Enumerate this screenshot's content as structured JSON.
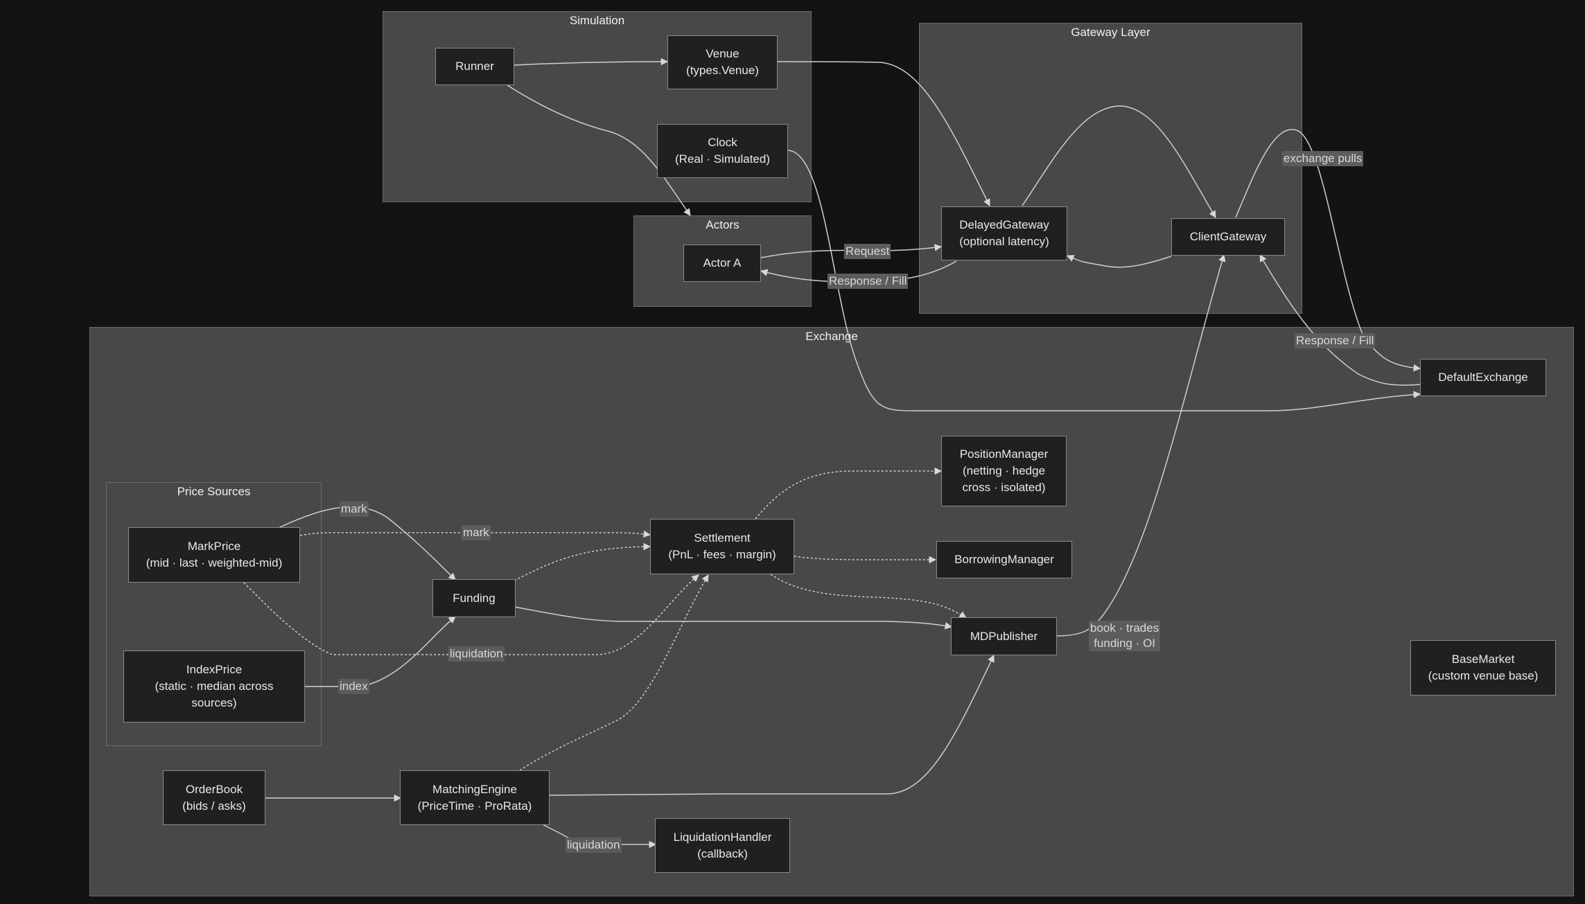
{
  "clusters": {
    "simulation": "Simulation",
    "gateway": "Gateway Layer",
    "actors": "Actors",
    "exchange": "Exchange",
    "price_sources": "Price Sources"
  },
  "nodes": {
    "runner": [
      "Runner"
    ],
    "venue": [
      "Venue",
      "(types.Venue)"
    ],
    "clock": [
      "Clock",
      "(Real · Simulated)"
    ],
    "actor_a": [
      "Actor A"
    ],
    "delayed_gateway": [
      "DelayedGateway",
      "(optional latency)"
    ],
    "client_gateway": [
      "ClientGateway"
    ],
    "default_exchange": [
      "DefaultExchange"
    ],
    "position_manager": [
      "PositionManager",
      "(netting · hedge",
      "cross · isolated)"
    ],
    "borrowing_manager": [
      "BorrowingManager"
    ],
    "settlement": [
      "Settlement",
      "(PnL · fees · margin)"
    ],
    "mark_price": [
      "MarkPrice",
      "(mid · last · weighted-mid)"
    ],
    "funding": [
      "Funding"
    ],
    "md_publisher": [
      "MDPublisher"
    ],
    "index_price": [
      "IndexPrice",
      "(static · median across",
      "sources)"
    ],
    "base_market": [
      "BaseMarket",
      "(custom venue base)"
    ],
    "order_book": [
      "OrderBook",
      "(bids / asks)"
    ],
    "matching_engine": [
      "MatchingEngine",
      "(PriceTime · ProRata)"
    ],
    "liquidation_handler": [
      "LiquidationHandler",
      "(callback)"
    ]
  },
  "edge_labels": {
    "request": "Request",
    "response_fill_actor": "Response / Fill",
    "exchange_pulls": "exchange pulls",
    "response_fill_exchange": "Response / Fill",
    "mark_funding": "mark",
    "mark_settlement": "mark",
    "liquidation_settlement": "liquidation",
    "index": "index",
    "book_trades": [
      "book · trades",
      "funding · OI"
    ],
    "liquidation_handler": "liquidation"
  },
  "colors": {
    "background": "#131315",
    "cluster_fill": "#484848",
    "node_fill": "#1f2020",
    "edge": "#d0d0d0"
  }
}
